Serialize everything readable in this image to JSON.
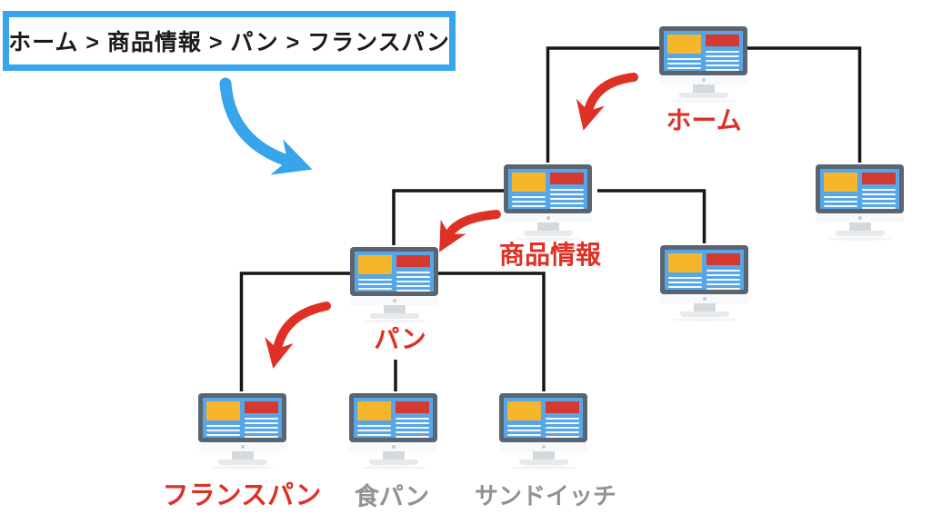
{
  "breadcrumb": {
    "text": "ホーム > 商品情報 > パン > フランスパン"
  },
  "tree": {
    "home": {
      "label": "ホーム"
    },
    "products": {
      "label": "商品情報"
    },
    "bread": {
      "label": "パン"
    },
    "french_bread": {
      "label": "フランスパン"
    },
    "shokupan": {
      "label": "食パン"
    },
    "sandwich": {
      "label": "サンドイッチ"
    }
  },
  "icons": {
    "monitor": "monitor-webpage-icon",
    "blue_arrow": "curved-arrow-down-right-icon",
    "red_arrow": "curved-arrow-down-left-icon"
  },
  "colors": {
    "accent_blue": "#38a4ec",
    "screen_blue": "#57a6e8",
    "panel_yellow": "#f6b62b",
    "panel_red": "#d53a32",
    "label_red": "#de3126",
    "label_gray": "#8f9398",
    "monitor_frame_gray": "#5b6471",
    "connector_black": "#161616"
  }
}
